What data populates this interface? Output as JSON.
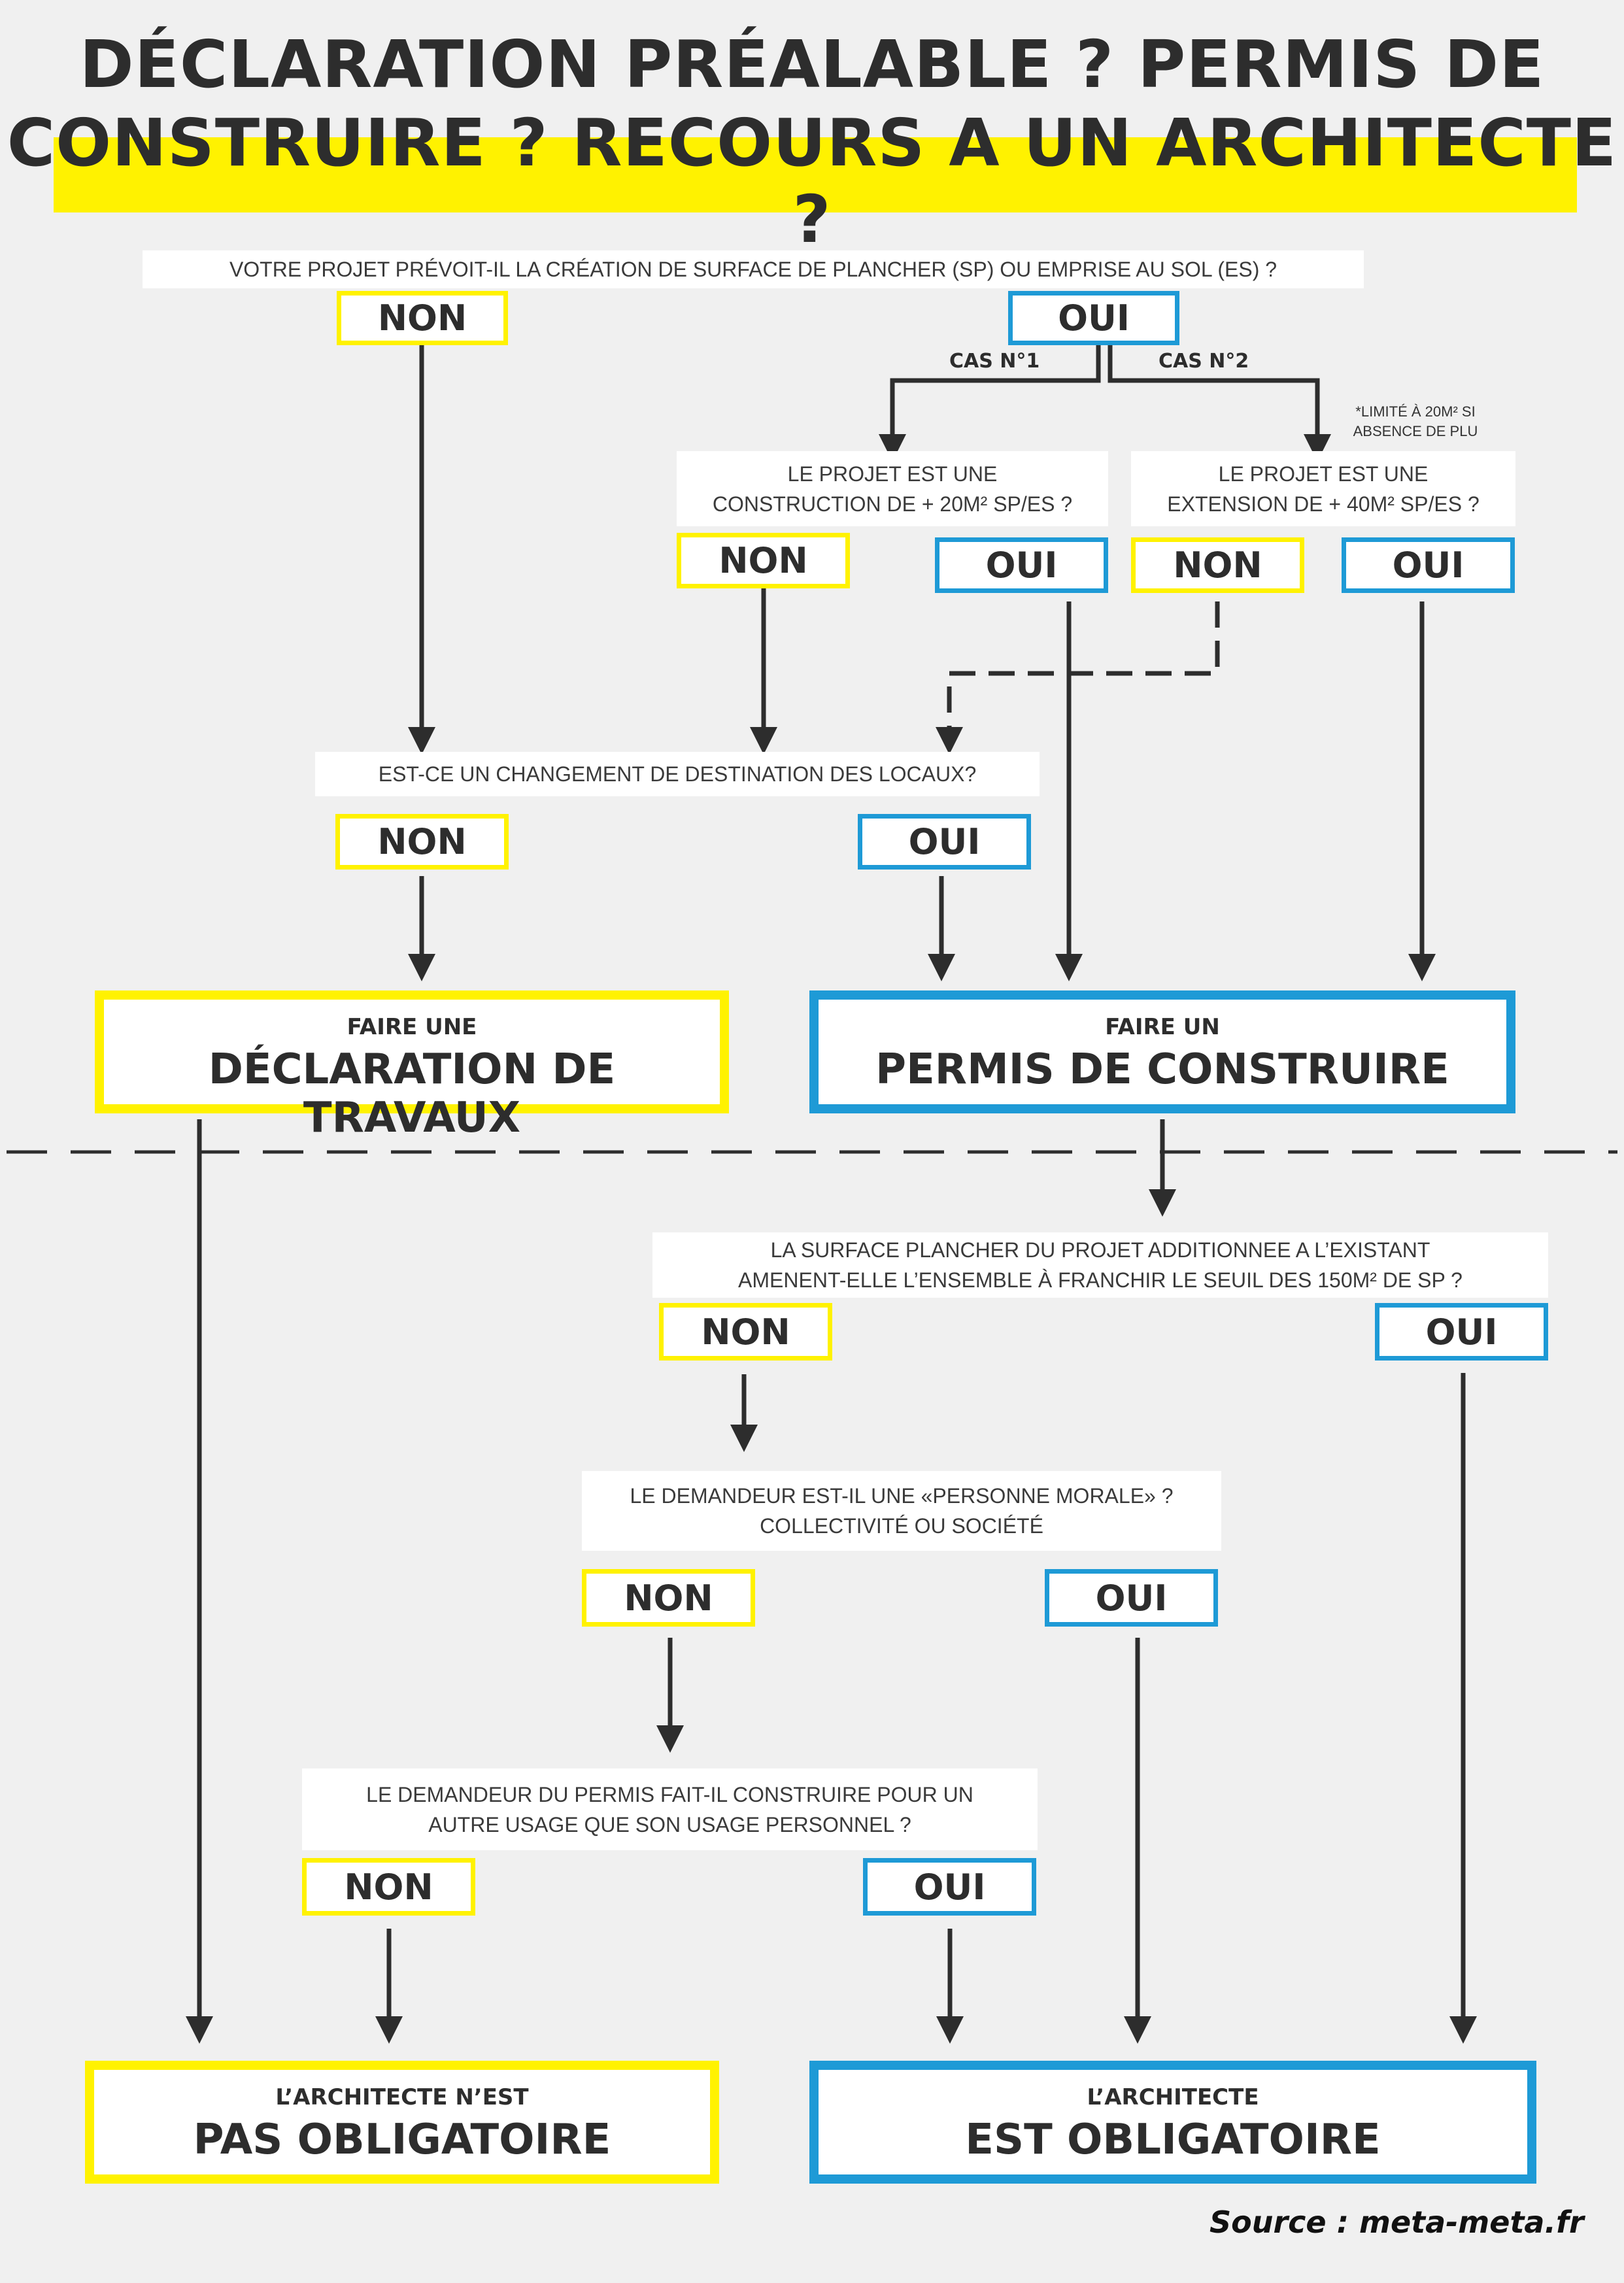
{
  "title": {
    "line1": "DÉCLARATION PRÉALABLE ? PERMIS DE",
    "line2": "CONSTRUIRE ? RECOURS A UN ARCHITECTE ?"
  },
  "q1": "VOTRE PROJET PRÉVOIT-IL LA CRÉATION DE SURFACE DE PLANCHER (SP) OU EMPRISE AU SOL (ES) ?",
  "cas1": "CAS N°1",
  "cas2": "CAS N°2",
  "note": "*LIMITÉ À 20M² SI\nABSENCE DE PLU",
  "q_cas1": "LE PROJET EST UNE\nCONSTRUCTION DE + 20M² SP/ES ?",
  "q_cas2": "LE PROJET EST UNE\nEXTENSION DE + 40M² SP/ES ?",
  "q_destination": "EST-CE UN CHANGEMENT DE DESTINATION DES LOCAUX?",
  "q_surface": "LA SURFACE PLANCHER DU PROJET ADDITIONNEE A L’EXISTANT\nAMENENT-ELLE L’ENSEMBLE À FRANCHIR LE SEUIL DES 150M² DE SP ?",
  "q_morale": "LE DEMANDEUR EST-IL UNE «PERSONNE MORALE» ?\nCOLLECTIVITÉ OU SOCIÉTÉ",
  "q_usage": "LE DEMANDEUR DU PERMIS FAIT-IL CONSTRUIRE POUR UN\nAUTRE USAGE QUE SON USAGE PERSONNEL ?",
  "non": "NON",
  "oui": "OUI",
  "result_declaration": {
    "small": "FAIRE UNE",
    "big": "DÉCLARATION DE TRAVAUX"
  },
  "result_permis": {
    "small": "FAIRE UN",
    "big": "PERMIS DE CONSTRUIRE"
  },
  "result_not_required": {
    "small": "L’ARCHITECTE N’EST",
    "big": "PAS OBLIGATOIRE"
  },
  "result_required": {
    "small": "L’ARCHITECTE",
    "big": "EST OBLIGATOIRE"
  },
  "source": "Source : meta-meta.fr",
  "colors": {
    "yellow": "#fff200",
    "blue": "#1e9ad6",
    "background": "#f0f0f0",
    "text": "#2d2d2d"
  }
}
